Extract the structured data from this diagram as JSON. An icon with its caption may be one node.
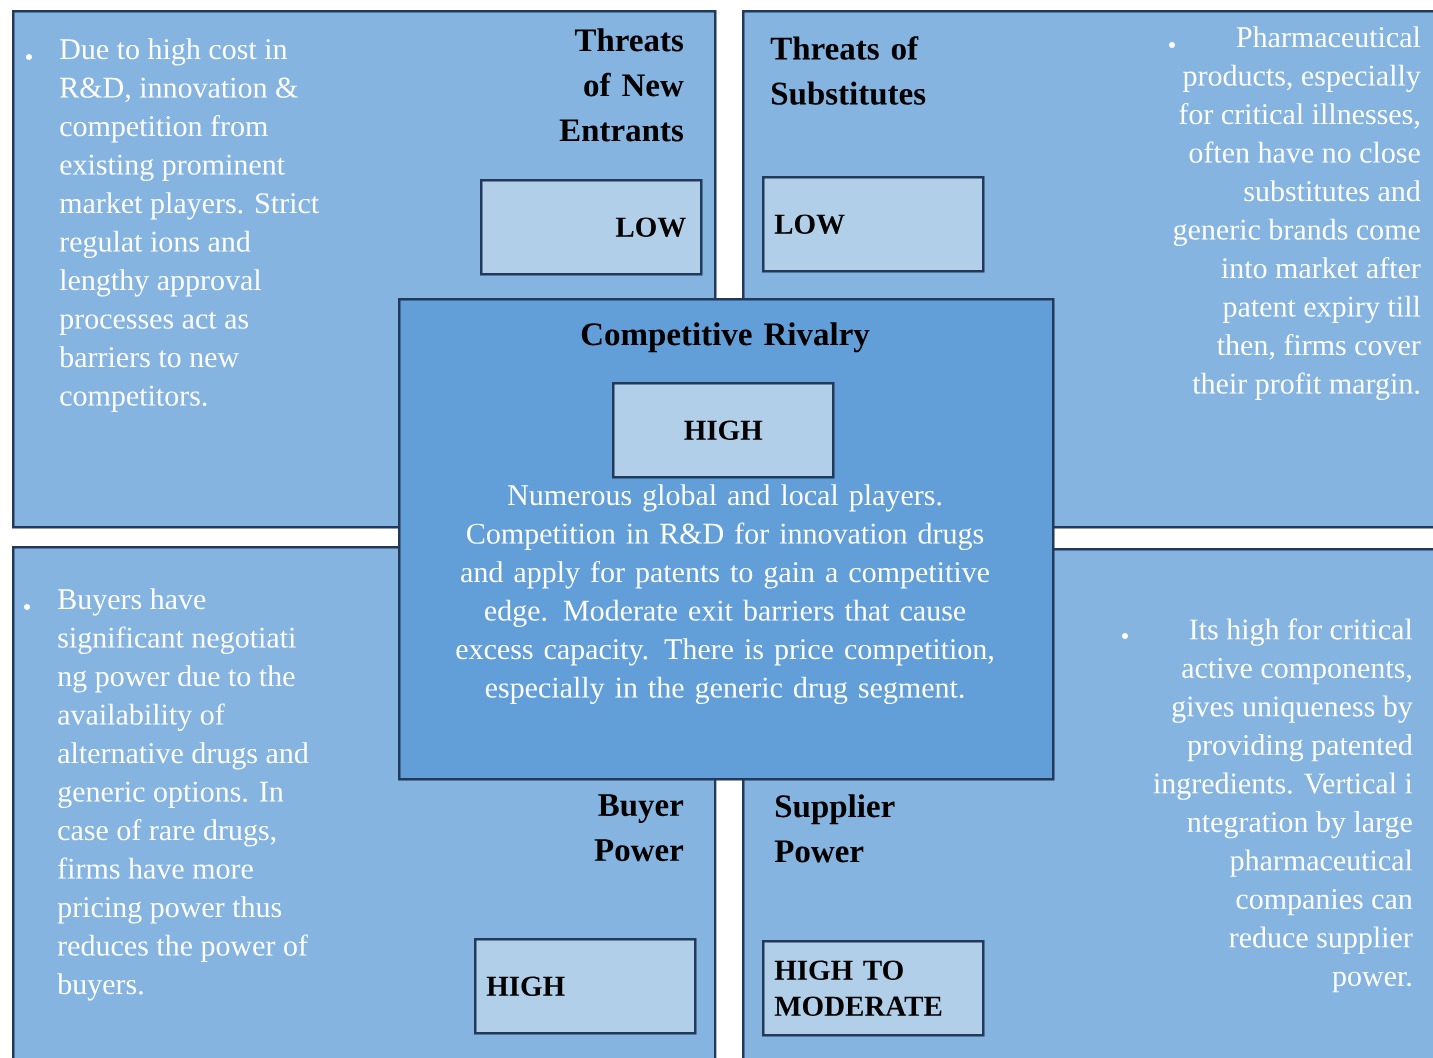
{
  "diagram": {
    "nodes": [
      {
        "text": [
          "Due to high cost in R&D, innovation & competition from existing prominent market players. Strict regulat ions and lengthy approval processes act as barriers to new competitors.",
          "Threats of New Entrants"
        ]
      },
      {
        "text": [
          "LOW"
        ],
        "in": 0
      },
      {
        "text": [
          "Threats of Substitutes",
          "Pharmaceutical products, especially for critical illnesses, often have no close substitutes and generic brands come into market after patent expiry till then, firms cover their profit margin."
        ]
      },
      {
        "text": [
          "LOW"
        ],
        "in": 2
      },
      {
        "text": [
          "Competitive Rivalry",
          "Numerous global and local players. Competition in R&D for innovation drugs and apply for patents to gain a competitive edge. Moderate exit barriers that cause excess capacity. There is price competition, especially in the generic drug segment."
        ]
      },
      {
        "text": [
          "HIGH"
        ],
        "in": 4
      },
      {
        "text": [
          "Buyers have significant negotiati ng power due to the availability of alternative drugs and generic options. In case of rare drugs, firms have more pricing power thus reduces the power of buyers.",
          "Buyer Power"
        ]
      },
      {
        "text": [
          "HIGH"
        ],
        "in": 6
      },
      {
        "text": [
          "Supplier Power",
          "Its high for critical active components, gives uniqueness by providing patented ingredients. Vertical i ntegration by large pharmaceutical companies can reduce supplier power."
        ]
      },
      {
        "text": [
          "HIGH TO MODERATE"
        ],
        "in": 8
      }
    ]
  }
}
